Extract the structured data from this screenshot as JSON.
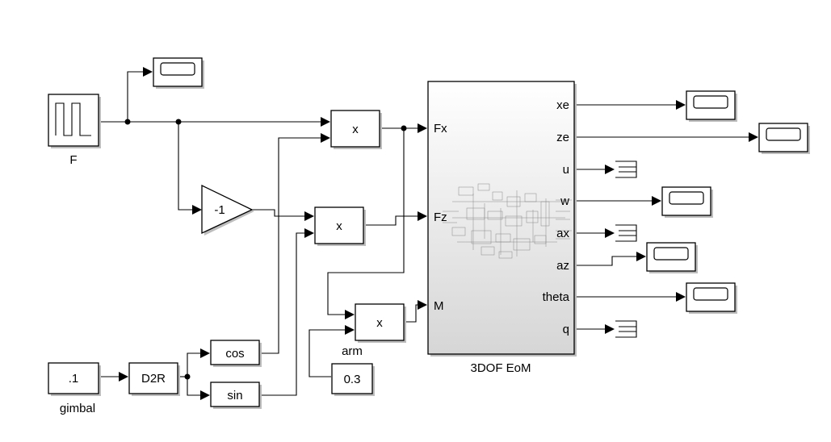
{
  "blocks": {
    "pulse_source": {
      "name": "F"
    },
    "gain": {
      "value": "-1"
    },
    "product_fx": {
      "symbol": "x"
    },
    "product_fz": {
      "symbol": "x"
    },
    "product_m": {
      "symbol": "x",
      "name": "arm"
    },
    "gimbal_const": {
      "value": ".1",
      "name": "gimbal"
    },
    "d2r": {
      "label": "D2R"
    },
    "cos": {
      "label": "cos"
    },
    "sin": {
      "label": "sin"
    },
    "arm_const": {
      "value": "0.3"
    },
    "eom": {
      "name": "3DOF EoM",
      "inputs": [
        "Fx",
        "Fz",
        "M"
      ],
      "outputs": [
        "xe",
        "ze",
        "u",
        "w",
        "ax",
        "az",
        "theta",
        "q"
      ]
    }
  },
  "colors": {
    "block_border": "#000000",
    "eom_gradient_top": "#ffffff",
    "eom_gradient_bottom": "#d8d8d8",
    "shadow": "#bdbdbd"
  }
}
